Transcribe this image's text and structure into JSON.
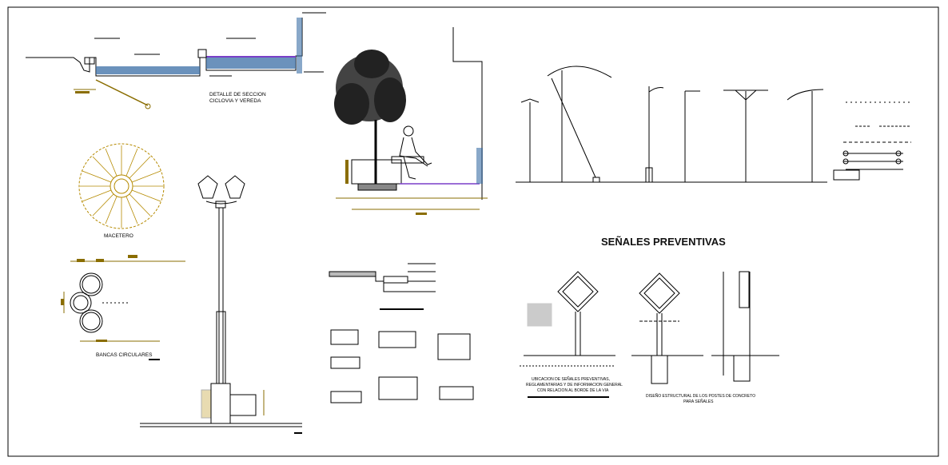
{
  "labels": {
    "section_detail_line1": "DETALLE DE SECCION",
    "section_detail_line2": "CICLOVIA Y VEREDA",
    "planter": "MACETERO",
    "circular_benches": "BANCAS CIRCULARES",
    "warning_signs_title": "SEÑALES PREVENTIVAS",
    "sign_location_line1": "UBICACION DE SEÑALES PREVENTIVAS,",
    "sign_location_line2": "REGLAMENTARIAS Y DE INFORMACION GENERAL",
    "sign_location_line3": "CON RELACION AL BORDE DE LA VIA",
    "structural_design_line1": "DISEÑO ESTRUCTURAL DE LOS POSTES DE CONCRETO",
    "structural_design_line2": "PARA SEÑALES"
  },
  "colors": {
    "paper": "#ffffff",
    "line": "#000000",
    "dimension": "#8a6d00",
    "water": "#3a6ea5",
    "purple": "#7a3fc8",
    "tree": "#b58a00"
  }
}
